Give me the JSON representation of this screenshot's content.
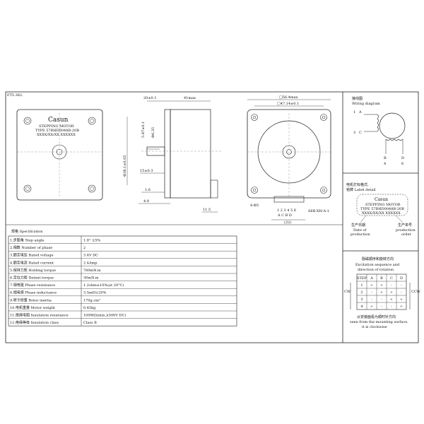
{
  "sheet_code": "FT5.362.",
  "front_view": {
    "brand": "Casun",
    "line1": "STEPPING MOTOR",
    "line2": "TYPE 57BHD0048B-20B",
    "line3": "XXXX/XX/XX   XXXXXX"
  },
  "side_view": {
    "dim_top_left": "20±0.1",
    "dim_top_right": "41max",
    "dim_dia_left": "Φ38.1±0.05",
    "dim_flat": "5.87±0.1",
    "dim_shaft": "Φ6.35",
    "dim_15": "15±0.3",
    "dim_16": "1.6",
    "dim_48": "4.8",
    "dim_115": "11.5"
  },
  "rear_view": {
    "dim_outer": "□56.4max",
    "dim_inner": "□47.14±0.1",
    "dim_holes": "4-Φ5",
    "pins": "1 2 3 4 5 6",
    "pin_letters": "A  C  B  D",
    "dim_22": "(22)",
    "connector": "S6B-XH-A-1"
  },
  "wiring": {
    "title_cn": "接线图",
    "title_en": "Wiring diagram",
    "labels": [
      "1",
      "A",
      "3",
      "C",
      "B",
      "D",
      "4",
      "6"
    ]
  },
  "label_detail": {
    "title_cn": "电机打标格式:",
    "title_en": "铭牌 Label detail",
    "brand": "Casun",
    "line1": "STEPPING MOTOR",
    "line2": "TYPE 57BHD0048B-20B",
    "line3": "XXXX/XX/XX   XXXXXX",
    "date_cn": "生产日期",
    "date_en1": "Date of",
    "date_en2": "production",
    "order_cn": "生产单号",
    "order_en1": "production",
    "order_en2": "order"
  },
  "spec": {
    "title": "规格 Specification",
    "rows": [
      {
        "label": "1.步距角 Step angle",
        "value": "1.8° ±5%"
      },
      {
        "label": "2.相数 Number of phase",
        "value": "2"
      },
      {
        "label": "3.额定电压 Rated voltage",
        "value": "3.4V DC"
      },
      {
        "label": "4.额定电流 Rated current",
        "value": "2.4Amp"
      },
      {
        "label": "5.保持力矩 Holding torque",
        "value": "780mN.m"
      },
      {
        "label": "6.定位力矩 Detent torque",
        "value": "30mN.m"
      },
      {
        "label": "7.相电阻 Phase resistance",
        "value": "1.2ohm±10%(at 20°C)"
      },
      {
        "label": "8.相电感 Phase inductance",
        "value": "3.5mH±20%"
      },
      {
        "label": "9.转子惯量 Rotor inertia",
        "value": "170g.cm²"
      },
      {
        "label": "10.电机重量 Motor weight",
        "value": "0.45kg"
      },
      {
        "label": "11.绝缘电阻 Insulation resistance",
        "value": "100MΩ(min.)(500V DC)"
      },
      {
        "label": "12.绝缘等级 Insulation class",
        "value": "Class B"
      }
    ]
  },
  "sequence": {
    "title_cn": "励磁顺序和旋转方向",
    "title_en1": "Excitation sequence and",
    "title_en2": "direction of rotation",
    "headers": [
      "STEP",
      "A",
      "B",
      "C",
      "D"
    ],
    "rows": [
      [
        "1",
        "+",
        "+",
        "-",
        "-"
      ],
      [
        "2",
        "-",
        "+",
        "+",
        "-"
      ],
      [
        "3",
        "-",
        "-",
        "+",
        "+"
      ],
      [
        "4",
        "+",
        "-",
        "-",
        "+"
      ]
    ],
    "cw": "CW",
    "ccw": "CCW",
    "note_cn": "从安装面看为顺时针方向",
    "note_en1": "seen from the mounting surface,",
    "note_en2": "it is clockwise"
  }
}
